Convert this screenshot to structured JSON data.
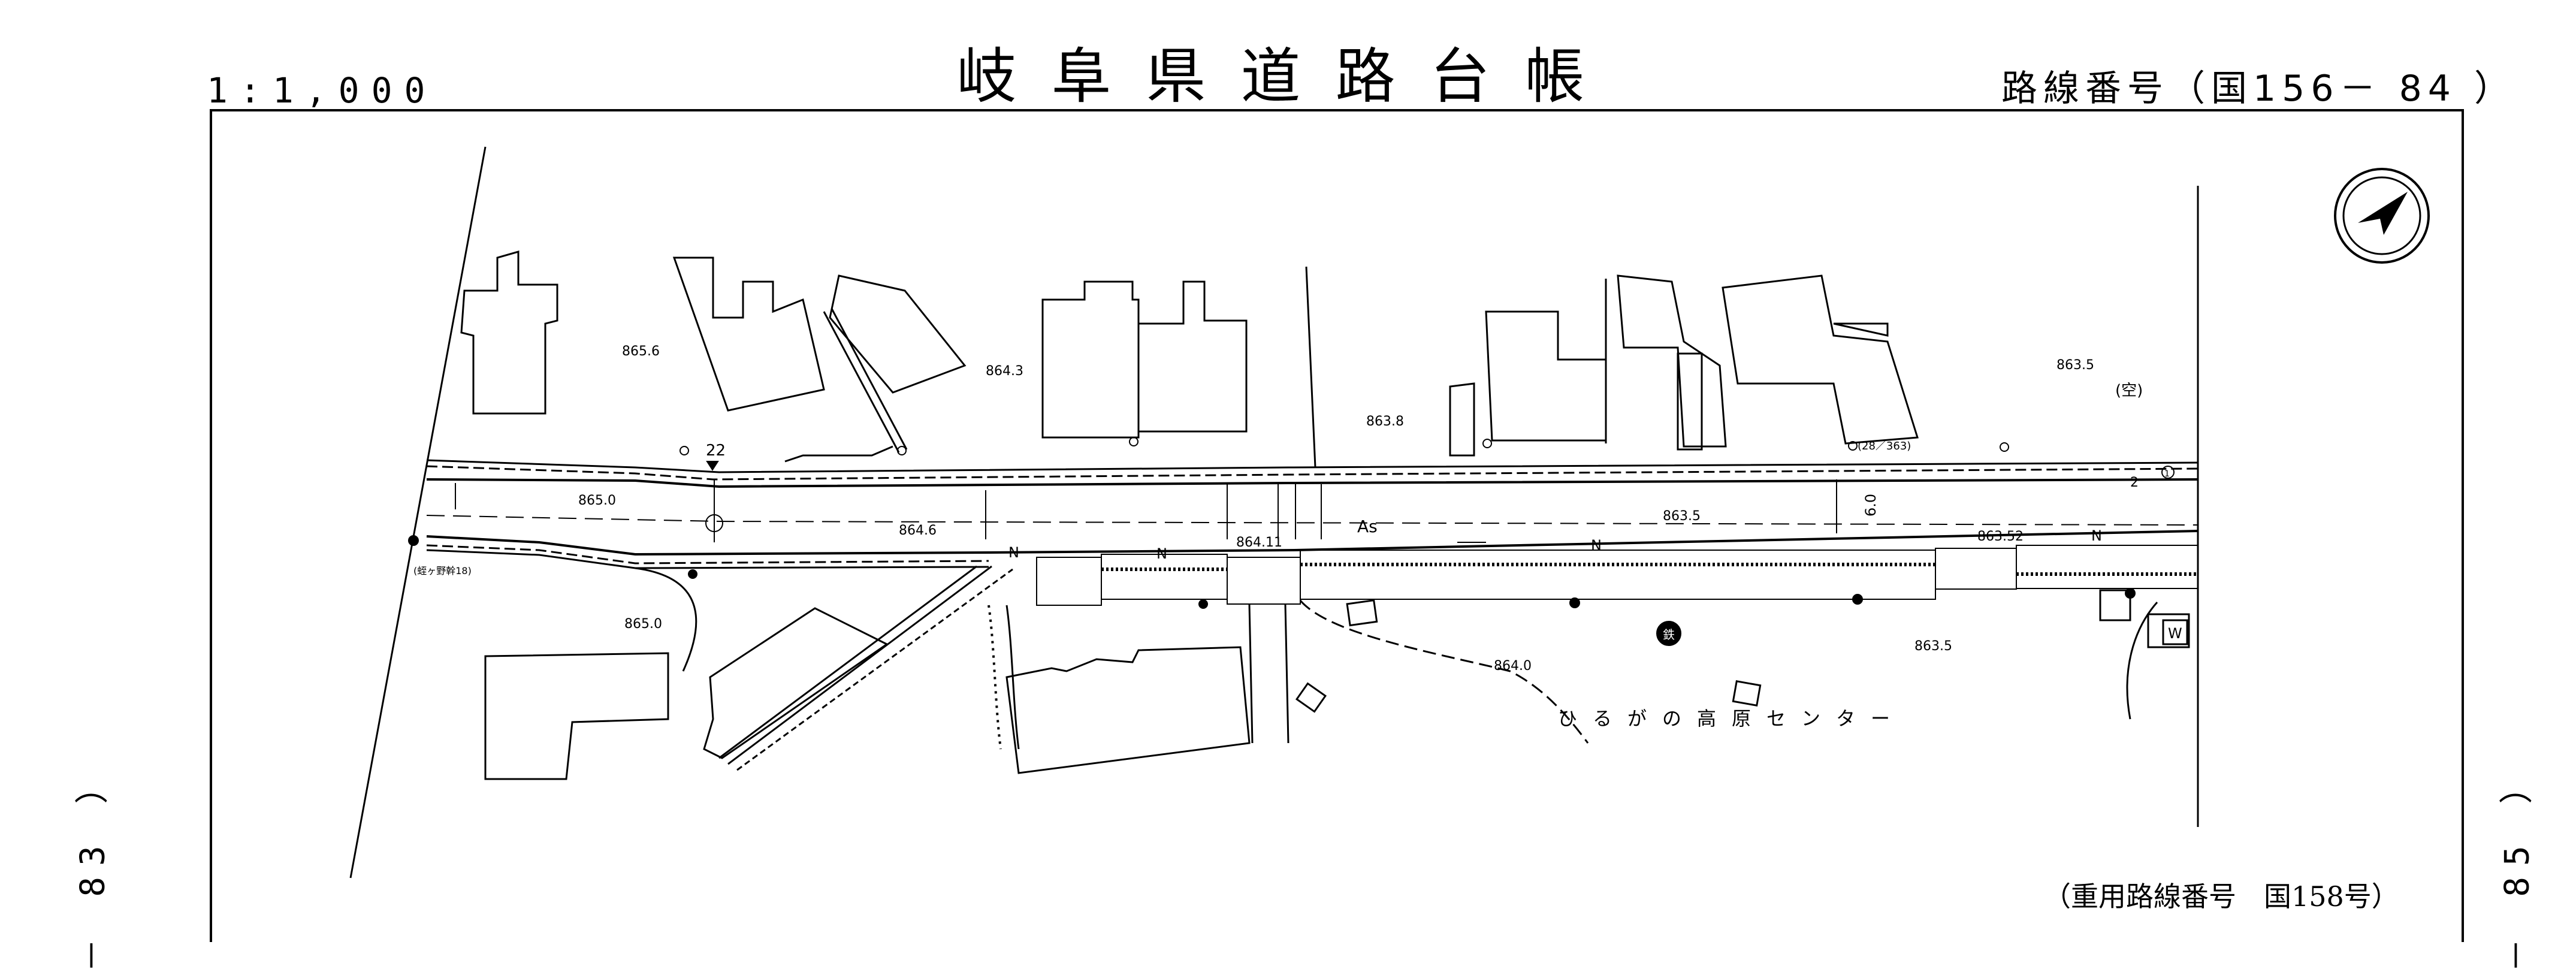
{
  "header": {
    "title": "岐阜県道路台帳",
    "scale": "1:1,000",
    "route_number": "路線番号（国156－ 84 ）"
  },
  "side_labels": {
    "left": "－ 83 ）",
    "right": "－ 85 ）"
  },
  "footer_note": "（重用路線番号　国158号）",
  "map": {
    "elevations": [
      "865.6",
      "864.3",
      "863.8",
      "863.5",
      "865.0",
      "864.6",
      "864.11",
      "863.5",
      "863.52",
      "865.0",
      "864.0",
      "863.5"
    ],
    "point_labels": [
      "22",
      "(28／363)",
      "2",
      "1"
    ],
    "surface_label": "As",
    "width_label": "6.0",
    "north_marks": [
      "N",
      "N",
      "N",
      "N"
    ],
    "vacant_label": "(空)",
    "left_label": "(蛭ヶ野幹18)",
    "facility_label": "ひるがの高原センター",
    "facility_mark": "鉄",
    "w_label": "W"
  }
}
